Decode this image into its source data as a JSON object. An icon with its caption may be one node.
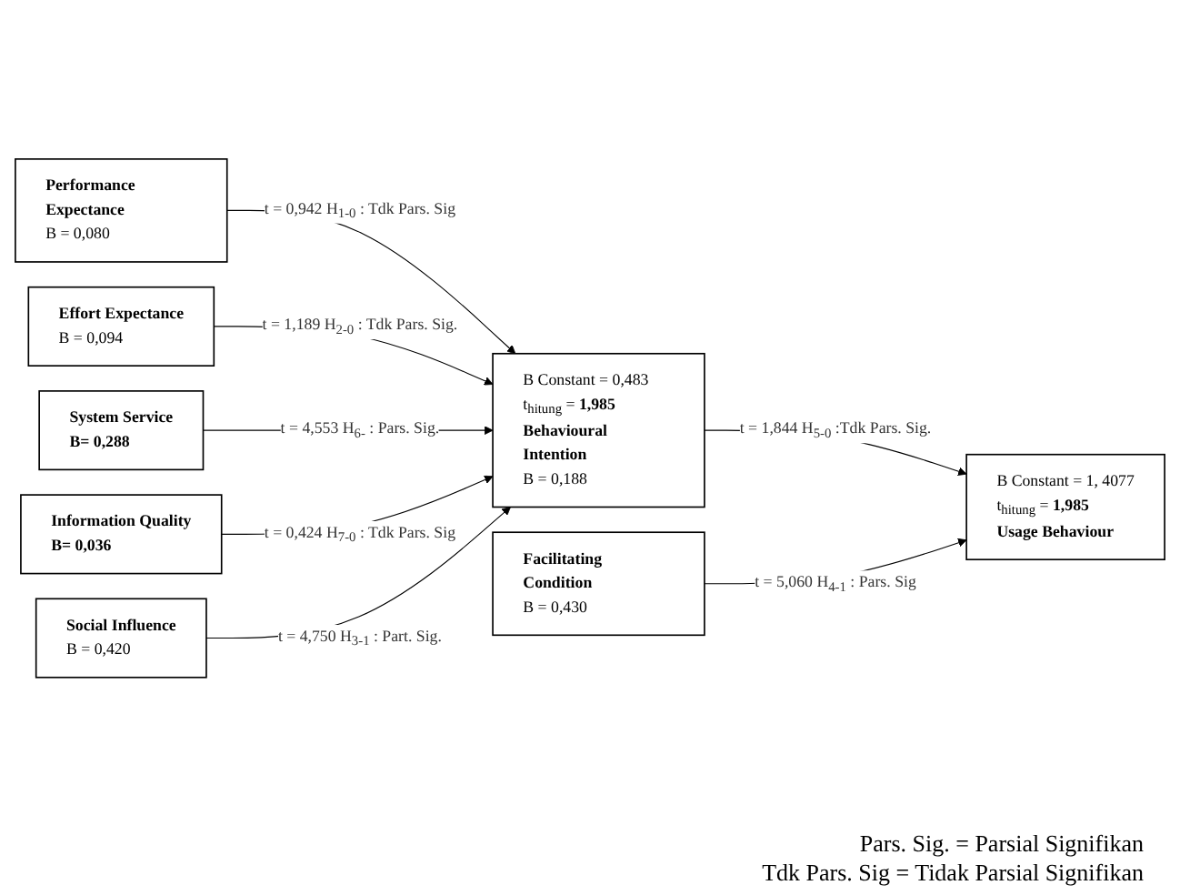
{
  "diagram": {
    "nodes": [
      {
        "text": [
          "Performance Expectance",
          "B = 0,080"
        ]
      },
      {
        "text": [
          "Effort Expectance",
          "B = 0,094"
        ]
      },
      {
        "text": [
          "Social Influence",
          "B = 0,420"
        ]
      },
      {
        "text": [
          "Facilitating Condition",
          "B = 0,430"
        ]
      },
      {
        "text": [
          "System Service",
          "B= 0,288"
        ]
      },
      {
        "text": [
          "Information Quality",
          "B= 0,036"
        ]
      },
      {
        "text": [
          "B Constant = 0,483",
          "t$_{hitung}$ = **1,985**",
          "Behavioural Intention",
          "B = 0,188"
        ]
      },
      {
        "text": [
          "B Constant = 1, 4077",
          "t$_{hitung}$ = **1,985**",
          "Usage Behaviour"
        ]
      }
    ],
    "edges": [
      {
        "from": 0,
        "to": 6,
        "arrow": "to",
        "label": "t = 0,942 H$_{1-0}$ : Tdk Pars. Sig"
      },
      {
        "from": 1,
        "to": 6,
        "arrow": "to",
        "label": "t = 1,189 H$_{2-0}$ : Tdk Pars. Sig."
      },
      {
        "from": 4,
        "to": 6,
        "arrow": "to",
        "label": "t = 4,553 H$_{6-}$ : Pars. Sig."
      },
      {
        "from": 5,
        "to": 6,
        "arrow": "to",
        "label": "t = 0,424 H$_{7-0}$ : Tdk Pars. Sig"
      },
      {
        "from": 2,
        "to": 6,
        "arrow": "to",
        "label": "t = 4,750 H$_{3-1}$ : Part. Sig."
      },
      {
        "from": 6,
        "to": 7,
        "arrow": "to",
        "label": "t = 1,844 H$_{5-0}$ :Tdk Pars. Sig."
      },
      {
        "from": 3,
        "to": 7,
        "arrow": "to",
        "label": "t = 5,060 H$_{4-1}$ : Pars. Sig"
      }
    ],
    "labels": [
      "Pars. Sig. = Parsial Signifikan",
      "Tdk Pars. Sig = Tidak Parsial Signifikan"
    ]
  }
}
